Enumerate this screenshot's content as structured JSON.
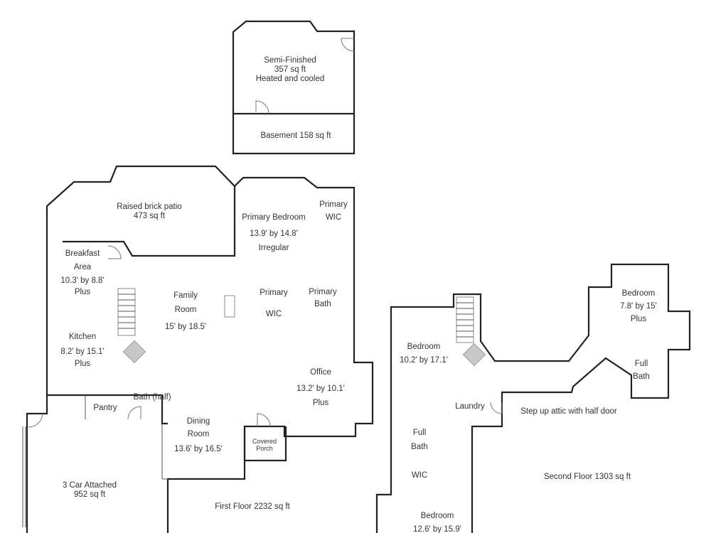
{
  "labels": {
    "semi_finished": [
      "Semi-Finished",
      "357 sq ft",
      "Heated and cooled"
    ],
    "basement": [
      "Basement 158 sq ft"
    ],
    "patio": [
      "Raised brick patio",
      "473 sq ft"
    ],
    "primary_bedroom": [
      "Primary Bedroom",
      "13.9' by 14.8'",
      "Irregular"
    ],
    "primary_wic_top": [
      "Primary",
      "WIC"
    ],
    "breakfast": [
      "Breakfast",
      "Area",
      "10.3' by 8.8'",
      "Plus"
    ],
    "family_room": [
      "Family",
      "Room",
      "15' by 18.5'"
    ],
    "primary_wic_mid": [
      "Primary",
      "WIC"
    ],
    "primary_bath": [
      "Primary",
      "Bath"
    ],
    "kitchen": [
      "Kitchen",
      "8.2' by 15.1'",
      "Plus"
    ],
    "office": [
      "Office",
      "13.2' by 10.1'",
      "Plus"
    ],
    "bath_half": [
      "Bath (half)"
    ],
    "pantry": [
      "Pantry"
    ],
    "dining": [
      "Dining",
      "Room",
      "13.6' by 16.5'"
    ],
    "covered_porch": [
      "Covered",
      "Porch"
    ],
    "garage": [
      "3 Car Attached",
      "952 sq ft"
    ],
    "first_floor": [
      "First Floor 2232 sq ft"
    ],
    "bedroom_top_right": [
      "Bedroom",
      "7.8' by 15'",
      "Plus"
    ],
    "bedroom_mid": [
      "Bedroom",
      "10.2' by 17.1'"
    ],
    "full_bath_right": [
      "Full",
      "Bath"
    ],
    "laundry": [
      "Laundry"
    ],
    "attic": [
      "Step up attic with half door"
    ],
    "full_bath_left": [
      "Full",
      "Bath"
    ],
    "wic_second": [
      "WIC"
    ],
    "second_floor": [
      "Second Floor 1303 sq ft"
    ],
    "bedroom_bottom": [
      "Bedroom",
      "12.6' by 15.9'"
    ]
  }
}
